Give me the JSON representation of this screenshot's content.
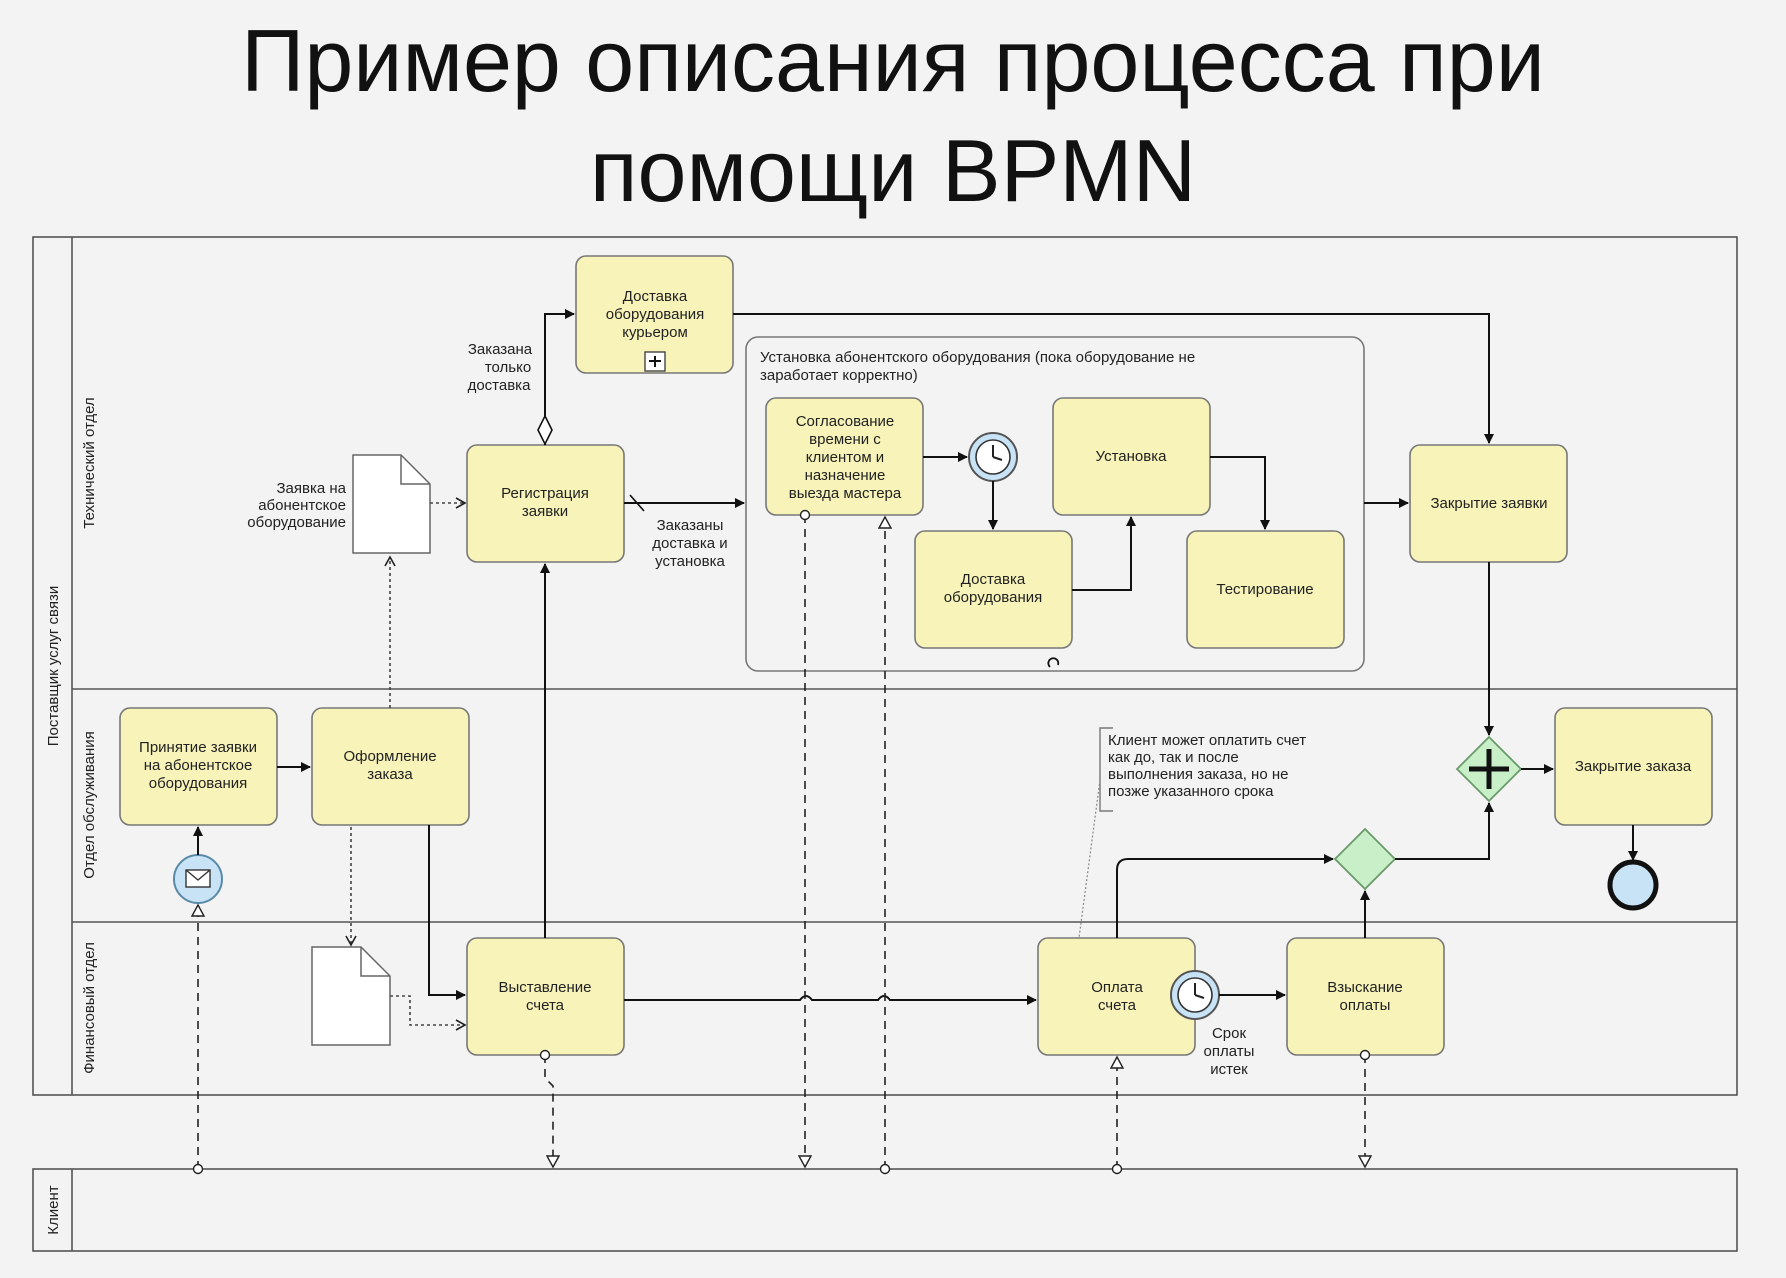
{
  "title": "Пример описания процесса при помощи BPMN",
  "title_lines": [
    "Пример описания процесса при",
    "помощи BPMN"
  ],
  "colors": {
    "task_fill": "#f7f3b9",
    "gateway_fill": "#c8efc8",
    "event_fill": "#c7e3f5",
    "line": "#111111"
  },
  "pools": {
    "provider": "Поставщик услуг связи",
    "client": "Клиент"
  },
  "lanes": {
    "tech": "Технический отдел",
    "service": "Отдел обслуживания",
    "finance": "Финансовый отдел"
  },
  "tasks": {
    "accept": [
      "Принятие заявки",
      "на абонентское",
      "оборудования"
    ],
    "order": [
      "Оформление",
      "заказа"
    ],
    "register": [
      "Регистрация",
      "заявки"
    ],
    "courier": [
      "Доставка",
      "оборудования",
      "курьером"
    ],
    "agree": [
      "Согласование",
      "времени с",
      "клиентом и",
      "назначение",
      "выезда мастера"
    ],
    "deliver": [
      "Доставка",
      "оборудования"
    ],
    "install": [
      "Установка"
    ],
    "test": [
      "Тестирование"
    ],
    "close_request": [
      "Закрытие заявки"
    ],
    "close_order": [
      "Закрытие заказа"
    ],
    "invoice": [
      "Выставление",
      "счета"
    ],
    "payment": [
      "Оплата",
      "счета"
    ],
    "collect": [
      "Взыскание",
      "оплаты"
    ]
  },
  "subprocess_label": [
    "Установка абонентского оборудования (пока оборудование не",
    "заработает корректно)"
  ],
  "labels": {
    "only_delivery": [
      "Заказана",
      "только",
      "доставка"
    ],
    "delivery_install": [
      "Заказаны",
      "доставка и",
      "установка"
    ],
    "doc_request": [
      "Заявка на",
      "абонентское",
      "оборудование"
    ],
    "deadline": [
      "Срок",
      "оплаты",
      "истек"
    ],
    "annotation": [
      "Клиент может оплатить счет",
      "как до, так и после",
      "выполнения заказа, но не",
      "позже указанного срока"
    ]
  },
  "icons": [
    "message-event-icon",
    "timer-event-icon",
    "subprocess-plus-icon",
    "loop-marker-icon",
    "parallel-gateway-icon",
    "exclusive-gateway-icon",
    "end-event-icon",
    "document-icon"
  ]
}
